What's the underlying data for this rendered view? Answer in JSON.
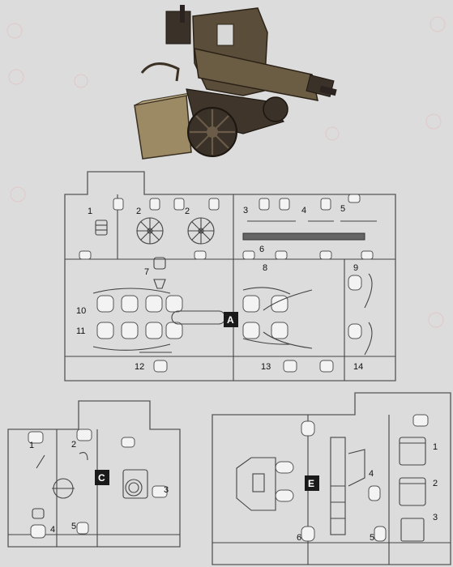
{
  "colors": {
    "paper": "#dcdcdc",
    "line": "#555555",
    "badge": "#1a1a1a"
  },
  "sprues": {
    "a": {
      "letter": "A",
      "parts": [
        "1",
        "2",
        "2",
        "3",
        "4",
        "5",
        "6",
        "7",
        "8",
        "9",
        "10",
        "11",
        "12",
        "13",
        "14"
      ]
    },
    "c": {
      "letter": "C",
      "parts": [
        "1",
        "2",
        "3",
        "4",
        "5"
      ]
    },
    "e": {
      "letter": "E",
      "parts": [
        "1",
        "2",
        "3",
        "4",
        "5",
        "6"
      ]
    }
  }
}
